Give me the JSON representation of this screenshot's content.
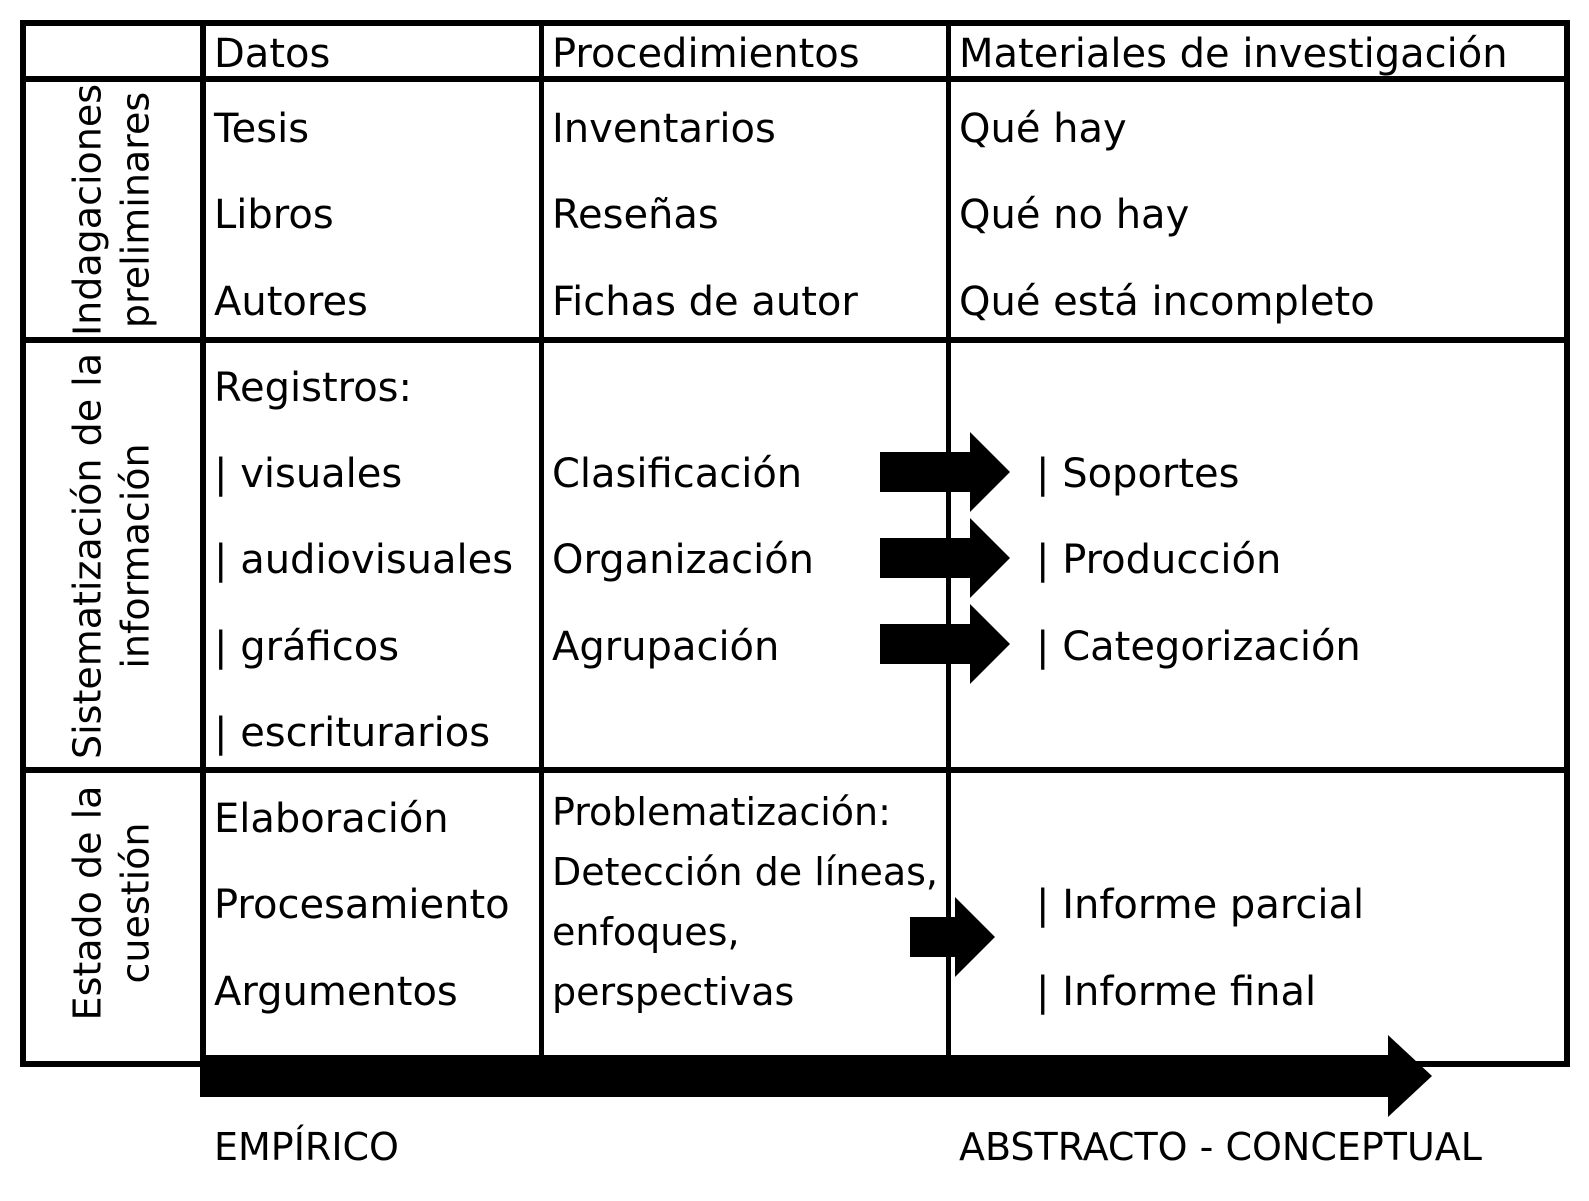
{
  "headers": {
    "col1": "Datos",
    "col2": "Procedimientos",
    "col3": "Materiales de investigación"
  },
  "rows": [
    {
      "label_lines": [
        "Indagaciones",
        "preliminares"
      ],
      "datos": [
        "Tesis",
        "Libros",
        "Autores"
      ],
      "procedimientos": [
        "Inventarios",
        "Reseñas",
        "Fichas de autor"
      ],
      "materiales": [
        "Qué hay",
        "Qué no hay",
        "Qué está incompleto"
      ]
    },
    {
      "label_lines": [
        "Sistematización de la",
        "información"
      ],
      "datos": [
        "Registros:",
        "| visuales",
        "| audiovisuales",
        "| gráficos",
        "| escriturarios"
      ],
      "procedimientos": [
        "Clasificación",
        "Organización",
        "Agrupación"
      ],
      "materiales": [
        "| Soportes",
        "| Producción",
        "| Categorización"
      ]
    },
    {
      "label_lines": [
        "Estado de la",
        "cuestión"
      ],
      "datos": [
        "Elaboración",
        "Procesamiento",
        "Argumentos"
      ],
      "procedimientos": [
        "Problematización:",
        "Detección de líneas,",
        "enfoques,",
        "perspectivas"
      ],
      "materiales": [
        "| Informe parcial",
        "| Informe final"
      ]
    }
  ],
  "axis": {
    "start_label": "EMPÍRICO",
    "end_label": "ABSTRACTO - CONCEPTUAL"
  }
}
